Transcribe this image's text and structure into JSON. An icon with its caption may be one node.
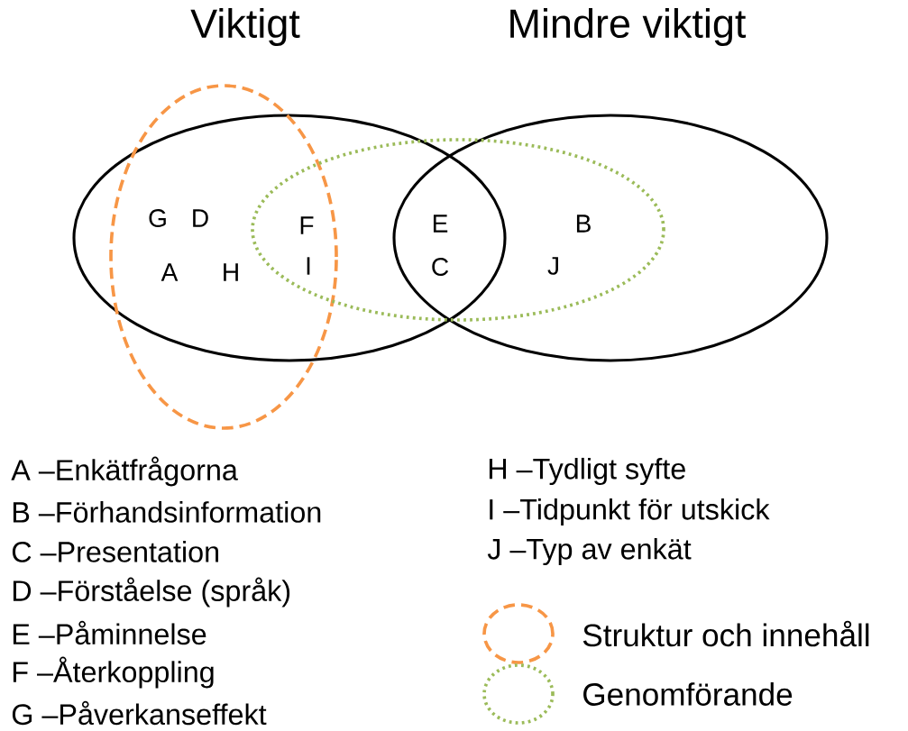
{
  "diagram": {
    "nodes": [
      {
        "text": [
          "Viktigt"
        ]
      },
      {
        "text": [
          "Mindre viktigt"
        ]
      },
      {
        "text": [],
        "shape": "ellipse"
      },
      {
        "text": [],
        "shape": "ellipse"
      }
    ],
    "labels": [
      "G",
      "D",
      "F",
      "E",
      "B",
      "A",
      "H",
      "I",
      "C",
      "J",
      "A –Enkätfrågorna",
      "B –Förhandsinformation",
      "C –Presentation",
      "D –Förståelse (språk)",
      "E –Påminnelse",
      "F –Återkoppling",
      "G –Påverkanseffekt",
      "H –Tydligt syfte",
      "I –Tidpunkt för utskick",
      "J –Typ av enkät"
    ],
    "legend": [
      {
        "text": "Struktur och innehåll",
        "color": "#f79646"
      },
      {
        "text": "Genomförande",
        "color": "#9bbb59"
      }
    ]
  }
}
